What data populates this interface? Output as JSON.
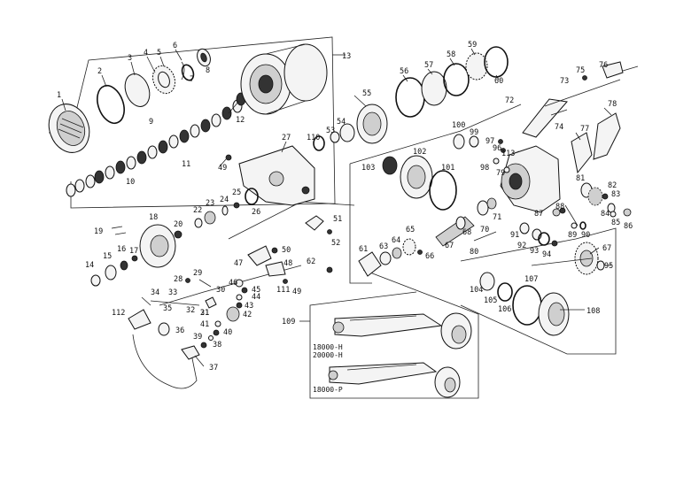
{
  "callouts": [
    {
      "id": "c1",
      "text": "1"
    },
    {
      "id": "c2",
      "text": "2"
    },
    {
      "id": "c3",
      "text": "3"
    },
    {
      "id": "c4",
      "text": "4"
    },
    {
      "id": "c5",
      "text": "5"
    },
    {
      "id": "c6",
      "text": "6"
    },
    {
      "id": "c7",
      "text": "7"
    },
    {
      "id": "c8",
      "text": "8"
    },
    {
      "id": "c9",
      "text": "9"
    },
    {
      "id": "c10",
      "text": "10"
    },
    {
      "id": "c11",
      "text": "11"
    },
    {
      "id": "c12",
      "text": "12"
    },
    {
      "id": "c13",
      "text": "13"
    },
    {
      "id": "c14",
      "text": "14"
    },
    {
      "id": "c15",
      "text": "15"
    },
    {
      "id": "c16",
      "text": "16"
    },
    {
      "id": "c17",
      "text": "17"
    },
    {
      "id": "c18",
      "text": "18"
    },
    {
      "id": "c19",
      "text": "19"
    },
    {
      "id": "c20",
      "text": "20"
    },
    {
      "id": "c21",
      "text": "21"
    },
    {
      "id": "c22",
      "text": "22"
    },
    {
      "id": "c23",
      "text": "23"
    },
    {
      "id": "c24",
      "text": "24"
    },
    {
      "id": "c25",
      "text": "25"
    },
    {
      "id": "c26",
      "text": "26"
    },
    {
      "id": "c27",
      "text": "27"
    },
    {
      "id": "c28",
      "text": "28"
    },
    {
      "id": "c29",
      "text": "29"
    },
    {
      "id": "c30",
      "text": "30"
    },
    {
      "id": "c31",
      "text": "31"
    },
    {
      "id": "c32",
      "text": "32"
    },
    {
      "id": "c33",
      "text": "33"
    },
    {
      "id": "c34",
      "text": "34"
    },
    {
      "id": "c35",
      "text": "35"
    },
    {
      "id": "c36",
      "text": "36"
    },
    {
      "id": "c37",
      "text": "37"
    },
    {
      "id": "c38",
      "text": "38"
    },
    {
      "id": "c39",
      "text": "39"
    },
    {
      "id": "c40",
      "text": "40"
    },
    {
      "id": "c41",
      "text": "41"
    },
    {
      "id": "c42",
      "text": "42"
    },
    {
      "id": "c43",
      "text": "43"
    },
    {
      "id": "c44",
      "text": "44"
    },
    {
      "id": "c45",
      "text": "45"
    },
    {
      "id": "c46",
      "text": "46"
    },
    {
      "id": "c47",
      "text": "47"
    },
    {
      "id": "c48",
      "text": "48"
    },
    {
      "id": "c49a",
      "text": "49"
    },
    {
      "id": "c49b",
      "text": "49"
    },
    {
      "id": "c50",
      "text": "50"
    },
    {
      "id": "c51",
      "text": "51"
    },
    {
      "id": "c52",
      "text": "52"
    },
    {
      "id": "c53",
      "text": "53"
    },
    {
      "id": "c54",
      "text": "54"
    },
    {
      "id": "c55",
      "text": "55"
    },
    {
      "id": "c56",
      "text": "56"
    },
    {
      "id": "c57",
      "text": "57"
    },
    {
      "id": "c58",
      "text": "58"
    },
    {
      "id": "c59",
      "text": "59"
    },
    {
      "id": "c60",
      "text": "60"
    },
    {
      "id": "c61",
      "text": "61"
    },
    {
      "id": "c62",
      "text": "62"
    },
    {
      "id": "c63",
      "text": "63"
    },
    {
      "id": "c64",
      "text": "64"
    },
    {
      "id": "c65",
      "text": "65"
    },
    {
      "id": "c66",
      "text": "66"
    },
    {
      "id": "c67a",
      "text": "67"
    },
    {
      "id": "c67b",
      "text": "67"
    },
    {
      "id": "c68",
      "text": "68"
    },
    {
      "id": "c70",
      "text": "70"
    },
    {
      "id": "c71",
      "text": "71"
    },
    {
      "id": "c72",
      "text": "72"
    },
    {
      "id": "c73",
      "text": "73"
    },
    {
      "id": "c74",
      "text": "74"
    },
    {
      "id": "c75",
      "text": "75"
    },
    {
      "id": "c76",
      "text": "76"
    },
    {
      "id": "c77",
      "text": "77"
    },
    {
      "id": "c78",
      "text": "78"
    },
    {
      "id": "c79",
      "text": "79"
    },
    {
      "id": "c80",
      "text": "80"
    },
    {
      "id": "c81",
      "text": "81"
    },
    {
      "id": "c82",
      "text": "82"
    },
    {
      "id": "c83",
      "text": "83"
    },
    {
      "id": "c84",
      "text": "84"
    },
    {
      "id": "c85",
      "text": "85"
    },
    {
      "id": "c86",
      "text": "86"
    },
    {
      "id": "c87",
      "text": "87"
    },
    {
      "id": "c88",
      "text": "88"
    },
    {
      "id": "c89",
      "text": "89"
    },
    {
      "id": "c90",
      "text": "90"
    },
    {
      "id": "c91",
      "text": "91"
    },
    {
      "id": "c92",
      "text": "92"
    },
    {
      "id": "c93",
      "text": "93"
    },
    {
      "id": "c94",
      "text": "94"
    },
    {
      "id": "c95",
      "text": "95"
    },
    {
      "id": "c96",
      "text": "96"
    },
    {
      "id": "c97",
      "text": "97"
    },
    {
      "id": "c98",
      "text": "98"
    },
    {
      "id": "c99",
      "text": "99"
    },
    {
      "id": "c100",
      "text": "100"
    },
    {
      "id": "c101",
      "text": "101"
    },
    {
      "id": "c102",
      "text": "102"
    },
    {
      "id": "c103",
      "text": "103"
    },
    {
      "id": "c104",
      "text": "104"
    },
    {
      "id": "c105",
      "text": "105"
    },
    {
      "id": "c106",
      "text": "106"
    },
    {
      "id": "c107",
      "text": "107"
    },
    {
      "id": "c108",
      "text": "108"
    },
    {
      "id": "c109",
      "text": "109"
    },
    {
      "id": "c110",
      "text": "110"
    },
    {
      "id": "c111",
      "text": "111"
    },
    {
      "id": "c112",
      "text": "112"
    },
    {
      "id": "c113",
      "text": "113"
    }
  ],
  "handle_variants": {
    "variant_h_line1": "18000-H",
    "variant_h_line2": "20000-H",
    "variant_p": "18000-P"
  }
}
